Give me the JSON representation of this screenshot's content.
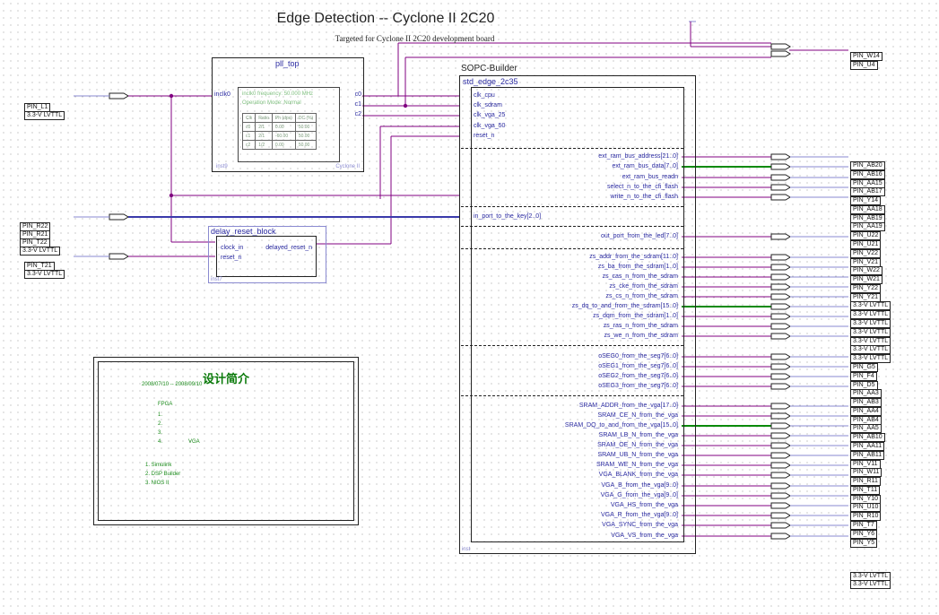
{
  "title": "Edge Detection -- Cyclone II 2C20",
  "subtitle": "Targeted for Cyclone II 2C20 development board",
  "pll": {
    "name": "pll_top",
    "input": "inclk0",
    "outputs": [
      "c0",
      "c1",
      "c2"
    ],
    "freq_line": "inclk0 frequency: 50.000 MHz",
    "mode_line": "Operation Mode: Normal",
    "table_header": [
      "Clk",
      "Ratio",
      "Ph (dps)",
      "DC (%)"
    ],
    "table_rows": [
      [
        "c0",
        "2/1",
        "0.00",
        "50.00"
      ],
      [
        "c1",
        "2/1",
        "-60.00",
        "50.00"
      ],
      [
        "c2",
        "1/2",
        "0.00",
        "50.00"
      ]
    ],
    "footer_left": "inst9",
    "footer_right": "Cyclone II"
  },
  "reset_block": {
    "name": "delay_reset_block",
    "inputs": [
      "clock_in",
      "reset_n"
    ],
    "output": "delayed_reset_n",
    "footer": "inst7"
  },
  "sopc": {
    "title": "SOPC-Builder",
    "name": "std_edge_2c35",
    "footer": "inst",
    "inputs": [
      "clk_cpu",
      "clk_sdram",
      "clk_vga_25",
      "clk_vga_50",
      "reset_n",
      "in_port_to_the_key[2..0]"
    ],
    "outputs_flash": [
      "ext_ram_bus_address[21..0]",
      "ext_ram_bus_data[7..0]",
      "ext_ram_bus_readn",
      "select_n_to_the_cfi_flash",
      "write_n_to_the_cfi_flash"
    ],
    "outputs_led": [
      "out_port_from_the_led[7..0]"
    ],
    "outputs_sdram": [
      "zs_addr_from_the_sdram[11..0]",
      "zs_ba_from_the_sdram[1..0]",
      "zs_cas_n_from_the_sdram",
      "zs_cke_from_the_sdram",
      "zs_cs_n_from_the_sdram",
      "zs_dq_to_and_from_the_sdram[15..0]",
      "zs_dqm_from_the_sdram[1..0]",
      "zs_ras_n_from_the_sdram",
      "zs_we_n_from_the_sdram"
    ],
    "outputs_seg": [
      "oSEG0_from_the_seg7[6..0]",
      "oSEG1_from_the_seg7[6..0]",
      "oSEG2_from_the_seg7[6..0]",
      "oSEG3_from_the_seg7[6..0]"
    ],
    "outputs_vga": [
      "SRAM_ADDR_from_the_vga[17..0]",
      "SRAM_CE_N_from_the_vga",
      "SRAM_DQ_to_and_from_the_vga[15..0]",
      "SRAM_LB_N_from_the_vga",
      "SRAM_OE_N_from_the_vga",
      "SRAM_UB_N_from_the_vga",
      "SRAM_WE_N_from_the_vga",
      "VGA_BLANK_from_the_vga",
      "VGA_B_from_the_vga[9..0]",
      "VGA_G_from_the_vga[9..0]",
      "VGA_HS_from_the_vga",
      "VGA_R_from_the_vga[9..0]",
      "VGA_SYNC_from_the_vga",
      "VGA_VS_from_the_vga"
    ]
  },
  "left_pins": {
    "clk": [
      "PIN_L1",
      "3.3-V LVTTL"
    ],
    "keys": [
      "PIN_R22",
      "PIN_R21",
      "PIN_T22",
      "3.3-V LVTTL"
    ],
    "reset": [
      "PIN_T21",
      "3.3-V LVTTL"
    ]
  },
  "right_pins_top": [
    "PIN_W14",
    "PIN_U4"
  ],
  "right_pins": [
    "PIN_AB20",
    "PIN_AB16",
    "PIN_AA15",
    "PIN_AB17",
    "PIN_Y14",
    "PIN_AA18",
    "PIN_AB19",
    "PIN_AA19",
    "PIN_U22",
    "PIN_U21",
    "PIN_V22",
    "PIN_V21",
    "PIN_W22",
    "PIN_W21",
    "PIN_Y22",
    "PIN_Y21",
    "3.3-V LVTTL",
    "3.3-V LVTTL",
    "3.3-V LVTTL",
    "3.3-V LVTTL",
    "3.3-V LVTTL",
    "3.3-V LVTTL",
    "3.3-V LVTTL",
    "PIN_G5",
    "PIN_F4",
    "PIN_D5",
    "PIN_AA3",
    "PIN_AB3",
    "PIN_AA4",
    "PIN_AB4",
    "PIN_AA5",
    "PIN_AB10",
    "PIN_AA11",
    "PIN_AB11",
    "PIN_V11",
    "PIN_W11",
    "PIN_R11",
    "PIN_T11",
    "PIN_Y10",
    "PIN_U10",
    "PIN_R10",
    "PIN_T7",
    "PIN_Y6",
    "PIN_Y5"
  ],
  "right_pins_bottom": [
    "3.3-V LVTTL",
    "3.3-V LVTTL"
  ],
  "info": {
    "heading": "设计简介",
    "date_line": "2008/07/10 -- 2008/09/10",
    "lines": [
      "FPGA",
      "1.",
      "2.",
      "3.",
      "4.",
      "VGA"
    ],
    "tools": [
      "1. Simulink",
      "2. DSP Builder",
      "3. NIOS II"
    ]
  }
}
